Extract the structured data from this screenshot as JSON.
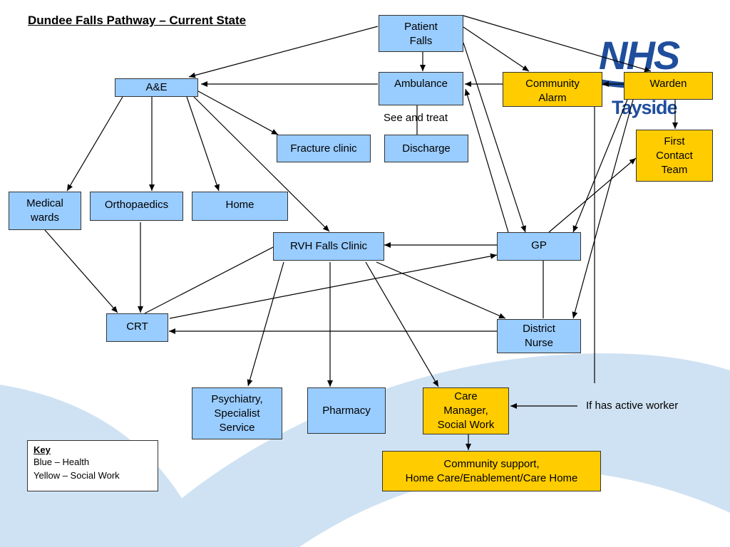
{
  "title": "Dundee Falls Pathway – Current State",
  "colors": {
    "health": "#99ccff",
    "social_work": "#ffcc00",
    "background_swoosh": "#cfe2f3",
    "logo_blue": "#1f4e9c"
  },
  "logo": {
    "brand": "NHS",
    "region": "Tayside"
  },
  "nodes": {
    "patient_falls": "Patient\nFalls",
    "ambulance": "Ambulance",
    "community_alarm": "Community\nAlarm",
    "warden": "Warden",
    "first_contact_team": "First\nContact\nTeam",
    "ae": "A&E",
    "fracture_clinic": "Fracture clinic",
    "discharge": "Discharge",
    "medical_wards": "Medical\nwards",
    "orthopaedics": "Orthopaedics",
    "home": "Home",
    "rvh_falls_clinic": "RVH Falls Clinic",
    "gp": "GP",
    "crt": "CRT",
    "district_nurse": "District\nNurse",
    "psychiatry": "Psychiatry,\nSpecialist\nService",
    "pharmacy": "Pharmacy",
    "care_manager": "Care\nManager,\nSocial Work",
    "community_support": "Community support,\nHome Care/Enablement/Care Home"
  },
  "labels": {
    "see_and_treat": "See and treat",
    "if_active_worker": "If has active worker"
  },
  "key": {
    "title": "Key",
    "health": "Blue – Health",
    "social_work": "Yellow – Social Work"
  }
}
